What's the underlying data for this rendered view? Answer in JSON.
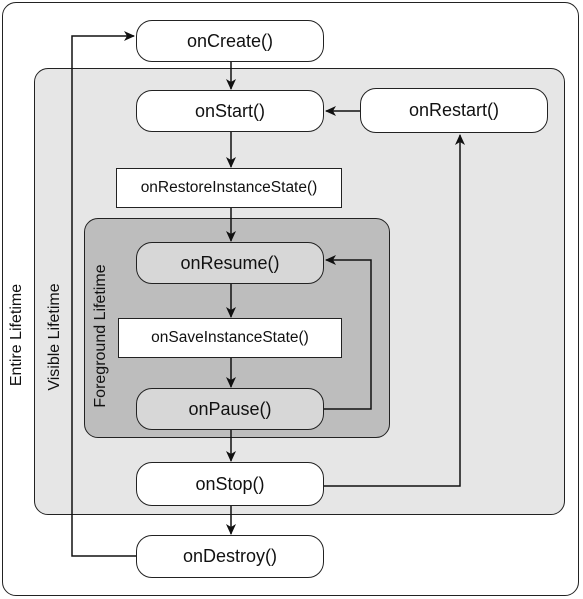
{
  "labels": {
    "entire_lifetime": "Entire Lifetime",
    "visible_lifetime": "Visible Lifetime",
    "foreground_lifetime": "Foreground Lifetime"
  },
  "nodes": {
    "on_create": "onCreate()",
    "on_start": "onStart()",
    "on_restart": "onRestart()",
    "on_restore_instance_state": "onRestoreInstanceState()",
    "on_resume": "onResume()",
    "on_save_instance_state": "onSaveInstanceState()",
    "on_pause": "onPause()",
    "on_stop": "onStop()",
    "on_destroy": "onDestroy()"
  },
  "colors": {
    "entire_background": "#ffffff",
    "visible_background": "#e6e6e6",
    "foreground_background": "#bdbdbd",
    "line": "#222222"
  }
}
